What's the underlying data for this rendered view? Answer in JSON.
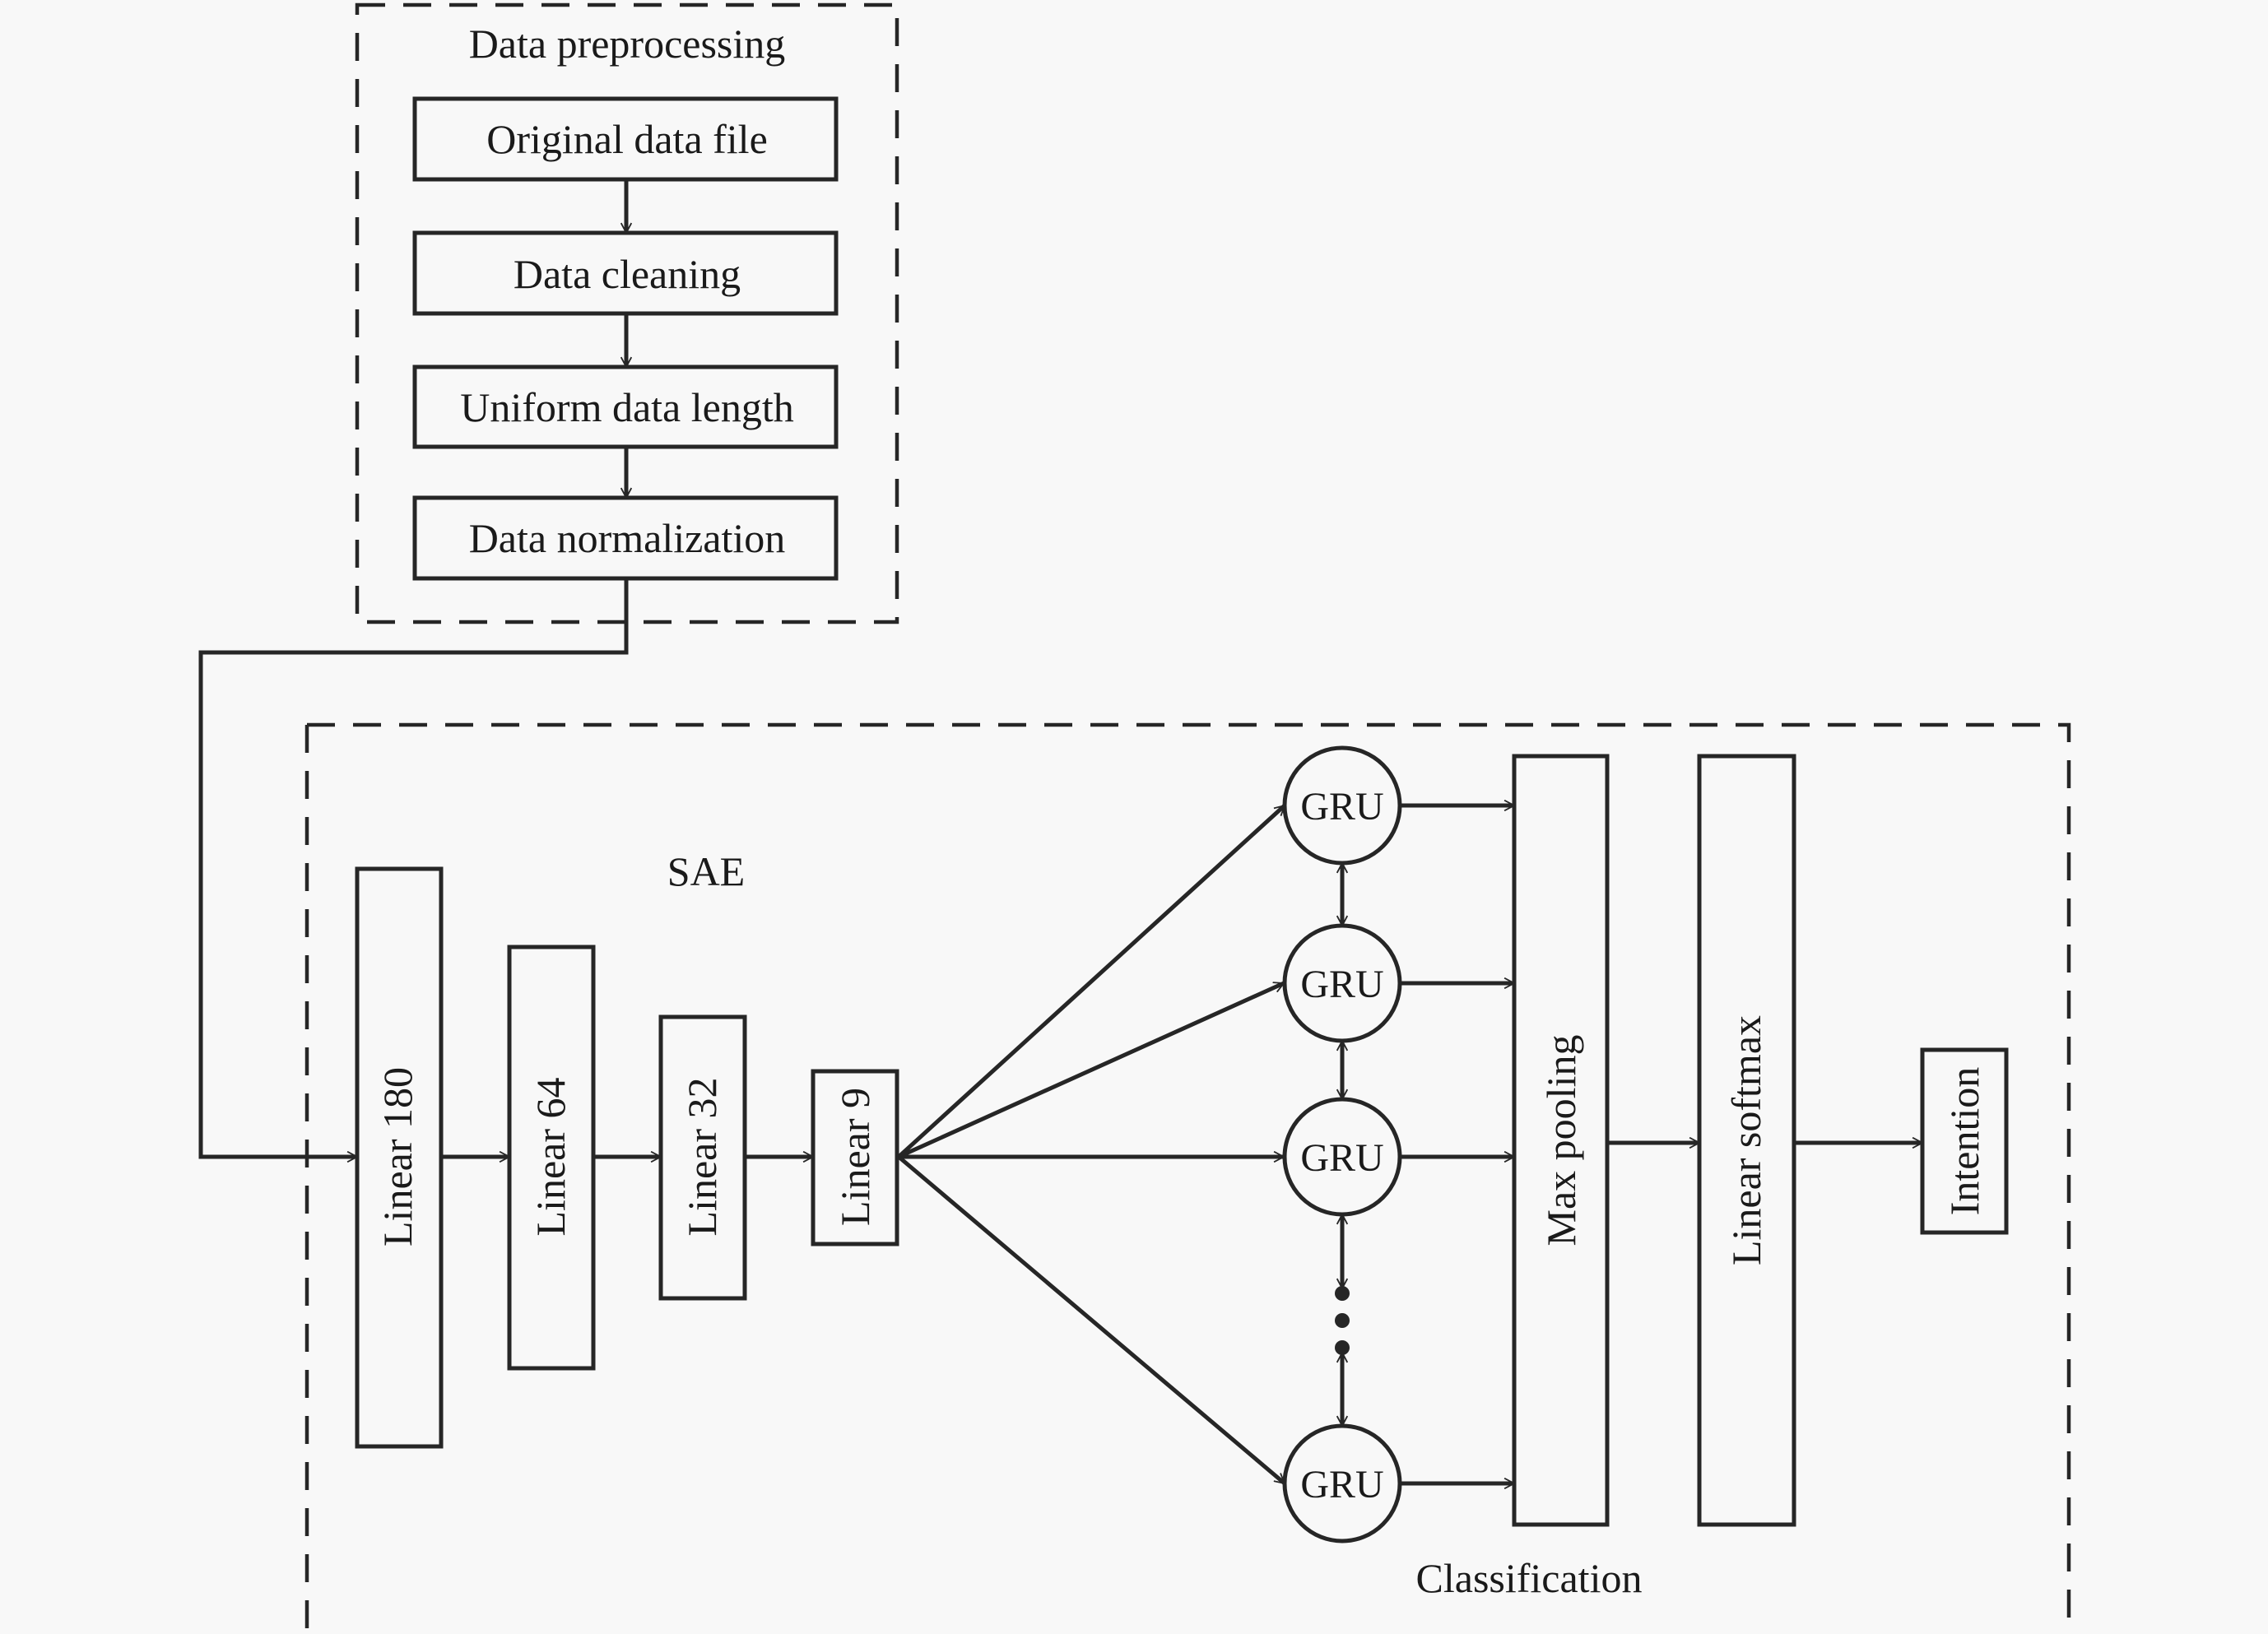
{
  "diagram": {
    "title": "SAE-GRU intention recognition pipeline",
    "preprocessing": {
      "group_label": "Data preprocessing",
      "steps": [
        {
          "id": "original",
          "label": "Original data file"
        },
        {
          "id": "cleaning",
          "label": "Data cleaning"
        },
        {
          "id": "uniform",
          "label": "Uniform data length"
        },
        {
          "id": "normalization",
          "label": "Data normalization"
        }
      ]
    },
    "sae": {
      "group_label": "SAE",
      "layers": [
        {
          "id": "linear180",
          "label": "Linear 180",
          "units": 180
        },
        {
          "id": "linear64",
          "label": "Linear 64",
          "units": 64
        },
        {
          "id": "linear32",
          "label": "Linear 32",
          "units": 32
        },
        {
          "id": "linear9",
          "label": "Linear 9",
          "units": 9
        }
      ]
    },
    "classification": {
      "group_label": "Classification",
      "gru_units": [
        {
          "id": "gru1",
          "label": "GRU"
        },
        {
          "id": "gru2",
          "label": "GRU"
        },
        {
          "id": "gru3",
          "label": "GRU"
        },
        {
          "id": "gru_n",
          "label": "GRU"
        }
      ],
      "ellipsis": "⋮",
      "max_pooling": "Max pooling",
      "linear_softmax": "Linear softmax",
      "output": "Intention"
    },
    "colors": {
      "background": "#f8f8f8",
      "stroke": "#262626",
      "text": "#1a1a1a"
    }
  }
}
